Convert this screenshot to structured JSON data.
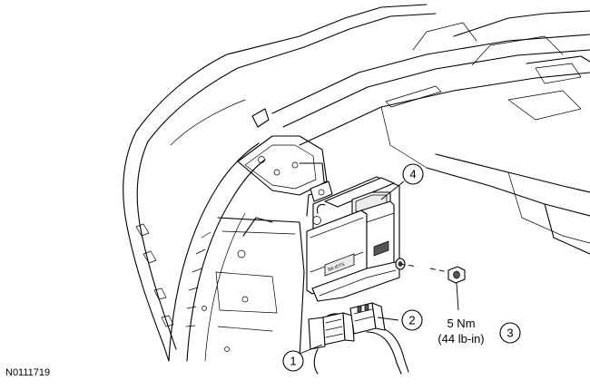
{
  "figure_id": "N0111719",
  "callouts": [
    {
      "number": "1"
    },
    {
      "number": "2"
    },
    {
      "number": "3"
    },
    {
      "number": "4"
    }
  ],
  "torque_spec": {
    "metric": "5 Nm",
    "imperial": "(44 lb-in)"
  }
}
